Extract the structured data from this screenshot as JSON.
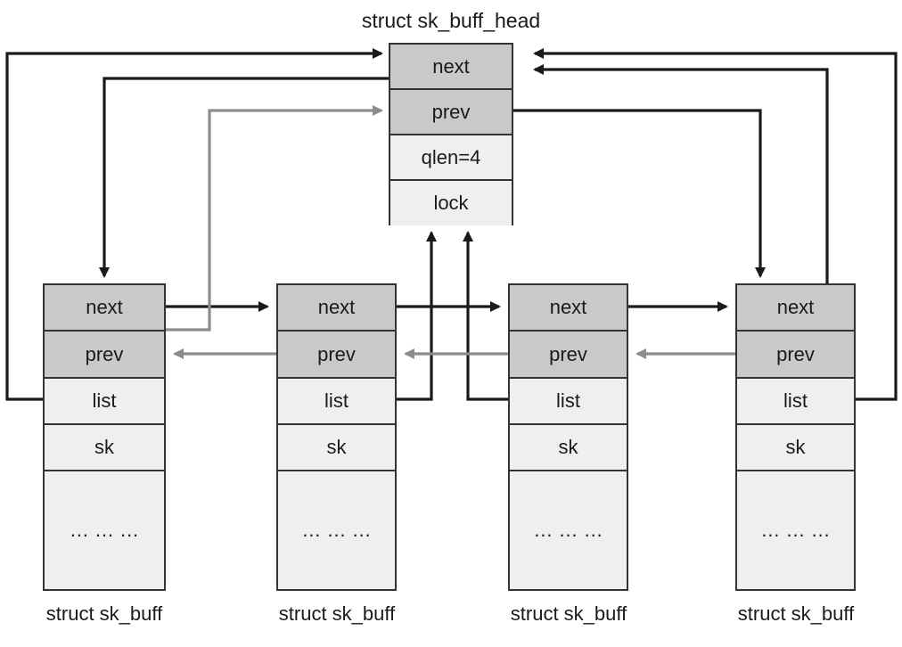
{
  "diagram": {
    "title": "struct sk_buff_head",
    "head": {
      "name": "sk_buff_head",
      "fields": [
        {
          "label": "next",
          "shade": "dark"
        },
        {
          "label": "prev",
          "shade": "dark"
        },
        {
          "label": "qlen=4",
          "shade": "light"
        },
        {
          "label": "lock",
          "shade": "light"
        }
      ]
    },
    "buffers": [
      {
        "caption": "struct sk_buff",
        "fields": [
          {
            "label": "next",
            "shade": "dark"
          },
          {
            "label": "prev",
            "shade": "dark"
          },
          {
            "label": "list",
            "shade": "light"
          },
          {
            "label": "sk",
            "shade": "light"
          },
          {
            "label": "… … …",
            "shade": "light"
          }
        ]
      },
      {
        "caption": "struct sk_buff",
        "fields": [
          {
            "label": "next",
            "shade": "dark"
          },
          {
            "label": "prev",
            "shade": "dark"
          },
          {
            "label": "list",
            "shade": "light"
          },
          {
            "label": "sk",
            "shade": "light"
          },
          {
            "label": "… … …",
            "shade": "light"
          }
        ]
      },
      {
        "caption": "struct sk_buff",
        "fields": [
          {
            "label": "next",
            "shade": "dark"
          },
          {
            "label": "prev",
            "shade": "dark"
          },
          {
            "label": "list",
            "shade": "light"
          },
          {
            "label": "sk",
            "shade": "light"
          },
          {
            "label": "… … …",
            "shade": "light"
          }
        ]
      },
      {
        "caption": "struct sk_buff",
        "fields": [
          {
            "label": "next",
            "shade": "dark"
          },
          {
            "label": "prev",
            "shade": "dark"
          },
          {
            "label": "list",
            "shade": "light"
          },
          {
            "label": "sk",
            "shade": "light"
          },
          {
            "label": "… … …",
            "shade": "light"
          }
        ]
      }
    ],
    "colors": {
      "dark_row": "#c9c9c9",
      "light_row": "#efefef",
      "border": "#333333",
      "next_arrow": "#1a1a1a",
      "prev_arrow": "#8c8c8c",
      "background": "#ffffff",
      "text": "#1a1a1a"
    },
    "legend_note": {
      "next_pointer_color": "#1a1a1a",
      "prev_pointer_color": "#8c8c8c"
    }
  }
}
